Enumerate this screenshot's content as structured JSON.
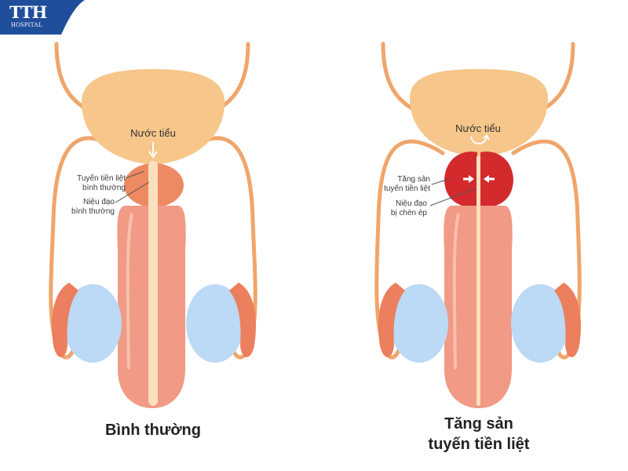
{
  "logo": {
    "main": "TTH",
    "sub": "HOSPITAL",
    "color": "#1f4e9b"
  },
  "colors": {
    "tube": "#f0a56a",
    "bladder": "#f7c68a",
    "shaft": "#f19a85",
    "shaft_light": "#f8c0ad",
    "urethra": "#fbe0bd",
    "testis": "#bcd9f5",
    "epididymis": "#ec7f5d",
    "prostate_normal": "#ee8a63",
    "prostate_enlarged": "#d32a2e"
  },
  "normal": {
    "label_urine": "Nước tiểu",
    "label_gland_line1": "Tuyến tiền liệt",
    "label_gland_line2": "bình thường",
    "label_urethra_line1": "Niệu đạo",
    "label_urethra_line2": "bình thường",
    "caption": "Bình thường"
  },
  "enlarged": {
    "label_urine": "Nước tiểu",
    "label_gland_line1": "Tăng sản",
    "label_gland_line2": "tuyến tiền liệt",
    "label_urethra_line1": "Niệu đạo",
    "label_urethra_line2": "bị chèn ép",
    "caption_line1": "Tăng sản",
    "caption_line2": "tuyến tiền liệt"
  }
}
